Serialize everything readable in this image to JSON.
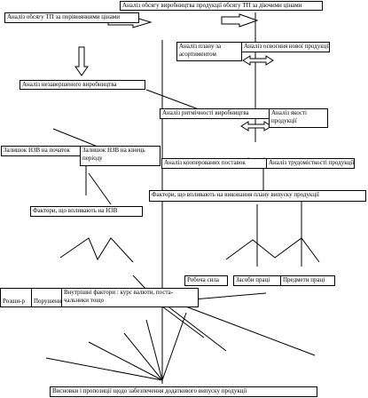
{
  "nodes": {
    "analiz_obsyagu_tp_porivnyalni": "Аналіз обсягу ТП за порівнянними цінами",
    "analiz_obsyagu_vyrobnytstva": "Аналіз обсягу виробництва продукції обсягу ТП за діючими цінами",
    "analiz_za_asortymentom": "Аналіз плану за асортиментом",
    "analiz_osvoyennya": "Аналіз освоєння нової продукції",
    "analiz_nezavershenogo": "Аналіз незавершеного виробництва",
    "analiz_rytmichnosti": "Аналіз ритмічності виробництва",
    "analiz_yakosti": "Аналіз якості продукції",
    "zalyshok_pochatok": "Залишок НЗВ на початок",
    "zalyshok_kinets": "Залишок НЗВ на кінець періоду",
    "analiz_kooperovanykh": "Аналіз кооперованих поставок",
    "trudomistkosti": "Аналіз трудомісткості продукції",
    "faktory_plan": "Фактори, що впливають на виконання плану випуску продукції",
    "faktory_nzv": "Фактори, що впливають на НЗВ",
    "robocha_syla": "Робоча сила",
    "zasoby_pratsi": "Засоби праці",
    "predmety_pratsi": "Предмети праці",
    "vnutrishni_faktory": "Внутрішні фактори : курс валюти, поста-чальники тощо",
    "rozshyr": "Розши-р",
    "porushennya": "Порушення",
    "vysnovky": "Висновки і пропозиції щодо забезпечення додаткового випуску продукції"
  }
}
